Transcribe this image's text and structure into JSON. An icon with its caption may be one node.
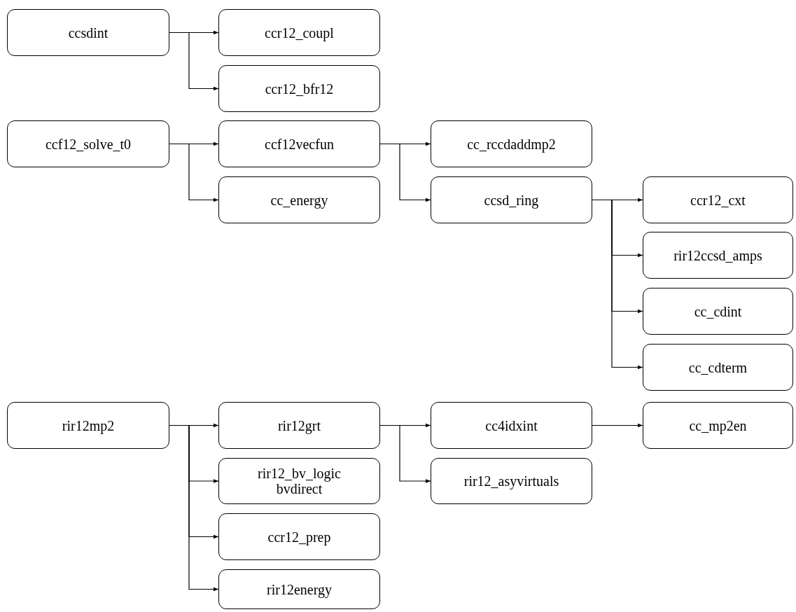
{
  "diagram": {
    "nodes": [
      {
        "text": [
          "ccsdint"
        ]
      },
      {
        "text": [
          "ccr12_coupl"
        ]
      },
      {
        "text": [
          "ccr12_bfr12"
        ]
      },
      {
        "text": [
          "ccf12_solve_t0"
        ]
      },
      {
        "text": [
          "ccf12vecfun"
        ]
      },
      {
        "text": [
          "cc_energy"
        ]
      },
      {
        "text": [
          "cc_rccdaddmp2"
        ]
      },
      {
        "text": [
          "ccsd_ring"
        ]
      },
      {
        "text": [
          "ccr12_cxt"
        ]
      },
      {
        "text": [
          "rir12ccsd_amps"
        ]
      },
      {
        "text": [
          "cc_cdint"
        ]
      },
      {
        "text": [
          "cc_cdterm"
        ]
      },
      {
        "text": [
          "rir12mp2"
        ]
      },
      {
        "text": [
          "rir12grt"
        ]
      },
      {
        "text": [
          "rir12_bv_logic bvdirect"
        ]
      },
      {
        "text": [
          "ccr12_prep"
        ]
      },
      {
        "text": [
          "rir12energy"
        ]
      },
      {
        "text": [
          "cc4idxint"
        ]
      },
      {
        "text": [
          "rir12_asyvirtuals"
        ]
      },
      {
        "text": [
          "cc_mp2en"
        ]
      }
    ],
    "edges": [
      {
        "from": 0,
        "to": 1,
        "arrow": "to"
      },
      {
        "from": 0,
        "to": 2,
        "arrow": "to"
      },
      {
        "from": 3,
        "to": 4,
        "arrow": "to"
      },
      {
        "from": 3,
        "to": 5,
        "arrow": "to"
      },
      {
        "from": 4,
        "to": 6,
        "arrow": "to"
      },
      {
        "from": 4,
        "to": 7,
        "arrow": "to"
      },
      {
        "from": 7,
        "to": 8,
        "arrow": "to"
      },
      {
        "from": 7,
        "to": 9,
        "arrow": "to"
      },
      {
        "from": 7,
        "to": 10,
        "arrow": "to"
      },
      {
        "from": 7,
        "to": 11,
        "arrow": "to"
      },
      {
        "from": 12,
        "to": 13,
        "arrow": "to"
      },
      {
        "from": 12,
        "to": 14,
        "arrow": "to"
      },
      {
        "from": 12,
        "to": 15,
        "arrow": "to"
      },
      {
        "from": 12,
        "to": 16,
        "arrow": "to"
      },
      {
        "from": 13,
        "to": 17,
        "arrow": "to"
      },
      {
        "from": 13,
        "to": 18,
        "arrow": "to"
      },
      {
        "from": 17,
        "to": 19,
        "arrow": "to"
      }
    ]
  }
}
